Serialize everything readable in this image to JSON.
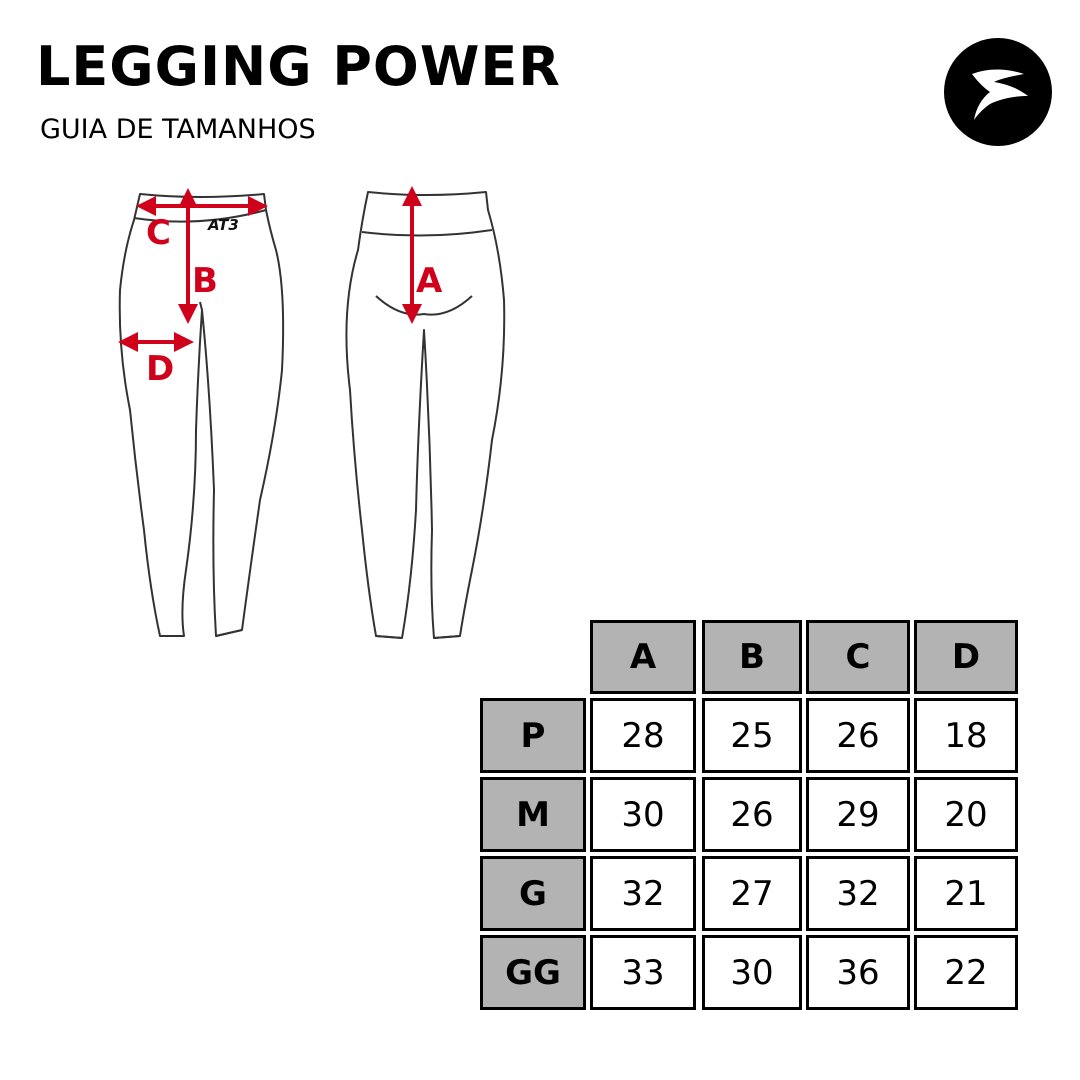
{
  "header": {
    "title": "LEGGING POWER",
    "subtitle": "GUIA DE TAMANHOS"
  },
  "logo": {
    "icon": "bird-swoosh-icon",
    "background": "#000000",
    "foreground": "#ffffff"
  },
  "diagram": {
    "brand_mark": "AT3",
    "measure_labels": {
      "a": "A",
      "b": "B",
      "c": "C",
      "d": "D"
    },
    "arrow_color": "#d0021b"
  },
  "size_table": {
    "columns": [
      "A",
      "B",
      "C",
      "D"
    ],
    "rows": [
      {
        "size": "P",
        "values": [
          "28",
          "25",
          "26",
          "18"
        ]
      },
      {
        "size": "M",
        "values": [
          "30",
          "26",
          "29",
          "20"
        ]
      },
      {
        "size": "G",
        "values": [
          "32",
          "27",
          "32",
          "21"
        ]
      },
      {
        "size": "GG",
        "values": [
          "33",
          "30",
          "36",
          "22"
        ]
      }
    ],
    "header_fill": "#b3b3b3"
  }
}
